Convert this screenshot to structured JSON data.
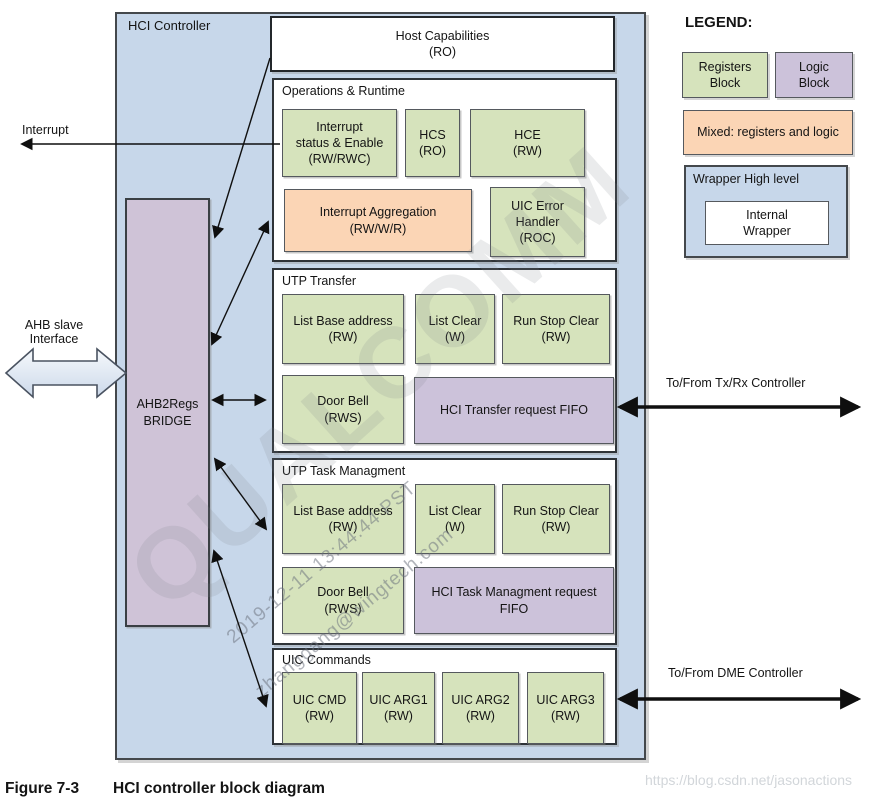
{
  "figure": {
    "label": "Figure 7-3",
    "title": "HCI controller block diagram"
  },
  "controller": {
    "label": "HCI Controller",
    "host_capabilities": {
      "lines": [
        "Host Capabilities",
        "(RO)"
      ]
    },
    "bridge": {
      "lines": [
        "AHB2Regs",
        "BRIDGE"
      ]
    },
    "sections": {
      "ops": {
        "title": "Operations & Runtime",
        "boxes": [
          {
            "type": "registers",
            "lines": [
              "Interrupt",
              "status & Enable",
              "(RW/RWC)"
            ]
          },
          {
            "type": "registers",
            "lines": [
              "HCS",
              "(RO)"
            ]
          },
          {
            "type": "registers",
            "lines": [
              "HCE",
              "(RW)"
            ]
          },
          {
            "type": "mixed",
            "lines": [
              "Interrupt Aggregation",
              "(RW/W/R)"
            ]
          },
          {
            "type": "registers",
            "lines": [
              "UIC Error",
              "Handler",
              "(ROC)"
            ]
          }
        ]
      },
      "transfer": {
        "title": "UTP Transfer",
        "boxes": [
          {
            "type": "registers",
            "lines": [
              "List Base address",
              "(RW)"
            ]
          },
          {
            "type": "registers",
            "lines": [
              "List Clear",
              "(W)"
            ]
          },
          {
            "type": "registers",
            "lines": [
              "Run Stop Clear",
              "(RW)"
            ]
          },
          {
            "type": "registers",
            "lines": [
              "Door Bell",
              "(RWS)"
            ]
          },
          {
            "type": "logic",
            "lines": [
              "HCI Transfer request FIFO"
            ]
          }
        ]
      },
      "task": {
        "title": "UTP Task Managment",
        "boxes": [
          {
            "type": "registers",
            "lines": [
              "List Base address",
              "(RW)"
            ]
          },
          {
            "type": "registers",
            "lines": [
              "List Clear",
              "(W)"
            ]
          },
          {
            "type": "registers",
            "lines": [
              "Run Stop Clear",
              "(RW)"
            ]
          },
          {
            "type": "registers",
            "lines": [
              "Door Bell",
              "(RWS)"
            ]
          },
          {
            "type": "logic",
            "lines": [
              "HCI Task Managment request",
              "FIFO"
            ]
          }
        ]
      },
      "uic": {
        "title": "UIC Commands",
        "boxes": [
          {
            "type": "registers",
            "lines": [
              "UIC CMD",
              "(RW)"
            ]
          },
          {
            "type": "registers",
            "lines": [
              "UIC ARG1",
              "(RW)"
            ]
          },
          {
            "type": "registers",
            "lines": [
              "UIC ARG2",
              "(RW)"
            ]
          },
          {
            "type": "registers",
            "lines": [
              "UIC ARG3",
              "(RW)"
            ]
          }
        ]
      }
    }
  },
  "external_labels": {
    "interrupt": "Interrupt",
    "ahb_slave": {
      "lines": [
        "AHB slave",
        "Interface"
      ]
    },
    "txrx": "To/From Tx/Rx Controller",
    "dme": "To/From DME Controller"
  },
  "legend": {
    "title": "LEGEND:",
    "registers_block": {
      "lines": [
        "Registers",
        "Block"
      ]
    },
    "logic_block": {
      "lines": [
        "Logic",
        "Block"
      ]
    },
    "mixed": "Mixed: registers and logic",
    "wrapper_high_level": "Wrapper High level",
    "internal_wrapper": {
      "lines": [
        "Internal",
        "Wrapper"
      ]
    }
  },
  "watermarks": {
    "blog": "https://blog.csdn.net/jasonactions",
    "timestamp": "2019-12-11 13:44:44 PST",
    "email": "zhanggang@wingtech.com",
    "brand": "QUALCOMM"
  },
  "colors": {
    "registers_fill": "#d6e3bc",
    "logic_fill": "#ccc2da",
    "mixed_fill": "#fbd5b5",
    "wrapper_fill": "#c7d7ea",
    "bridge_fill": "#cfc3d7"
  }
}
